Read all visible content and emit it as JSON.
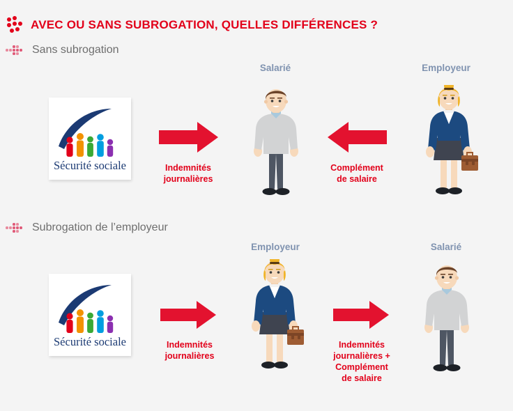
{
  "page": {
    "background_color": "#f4f4f4",
    "accent_red": "#e2001a",
    "arrow_red": "#e3122f",
    "caption_blue": "#8093b0",
    "heading_grey": "#6e6e6e",
    "logo_navy": "#1b3a73"
  },
  "header": {
    "title": "AVEC OU SANS SUBROGATION, QUELLES DIFFÉRENCES ?",
    "icon": "dot-arrow-icon"
  },
  "sections": [
    {
      "id": "sans-subrogation",
      "label": "Sans subrogation",
      "icon": "dot-arrow-small-icon",
      "logo": {
        "name": "securite-sociale-logo",
        "text": "Sécurité sociale",
        "figure_colors": [
          "#e2001a",
          "#f39200",
          "#3aa935",
          "#009ee0",
          "#8b2fb0"
        ]
      },
      "captions": [
        {
          "name": "caption-salarie",
          "text": "Salarié"
        },
        {
          "name": "caption-employeur",
          "text": "Employeur"
        }
      ],
      "flows": [
        {
          "name": "flow-indemnites-journalieres",
          "direction": "right",
          "label": "Indemnités\njournalières"
        },
        {
          "name": "flow-complement-de-salaire",
          "direction": "left",
          "label": "Complément\nde salaire"
        }
      ],
      "people": [
        {
          "name": "person-salarie-male",
          "role": "Salarié",
          "type": "male-employee"
        },
        {
          "name": "person-employeur-female",
          "role": "Employeur",
          "type": "female-employer"
        }
      ]
    },
    {
      "id": "subrogation-employeur",
      "label": "Subrogation de l’employeur",
      "icon": "dot-arrow-small-icon",
      "logo": {
        "name": "securite-sociale-logo",
        "text": "Sécurité sociale",
        "figure_colors": [
          "#e2001a",
          "#f39200",
          "#3aa935",
          "#009ee0",
          "#8b2fb0"
        ]
      },
      "captions": [
        {
          "name": "caption-employeur",
          "text": "Employeur"
        },
        {
          "name": "caption-salarie",
          "text": "Salarié"
        }
      ],
      "flows": [
        {
          "name": "flow-indemnites-journalieres",
          "direction": "right",
          "label": "Indemnités\njournalières"
        },
        {
          "name": "flow-indemnites-plus-complement",
          "direction": "right",
          "label": "Indemnités\njournalières +\nComplément\nde salaire"
        }
      ],
      "people": [
        {
          "name": "person-employeur-female",
          "role": "Employeur",
          "type": "female-employer"
        },
        {
          "name": "person-salarie-male",
          "role": "Salarié",
          "type": "male-employee"
        }
      ]
    }
  ]
}
